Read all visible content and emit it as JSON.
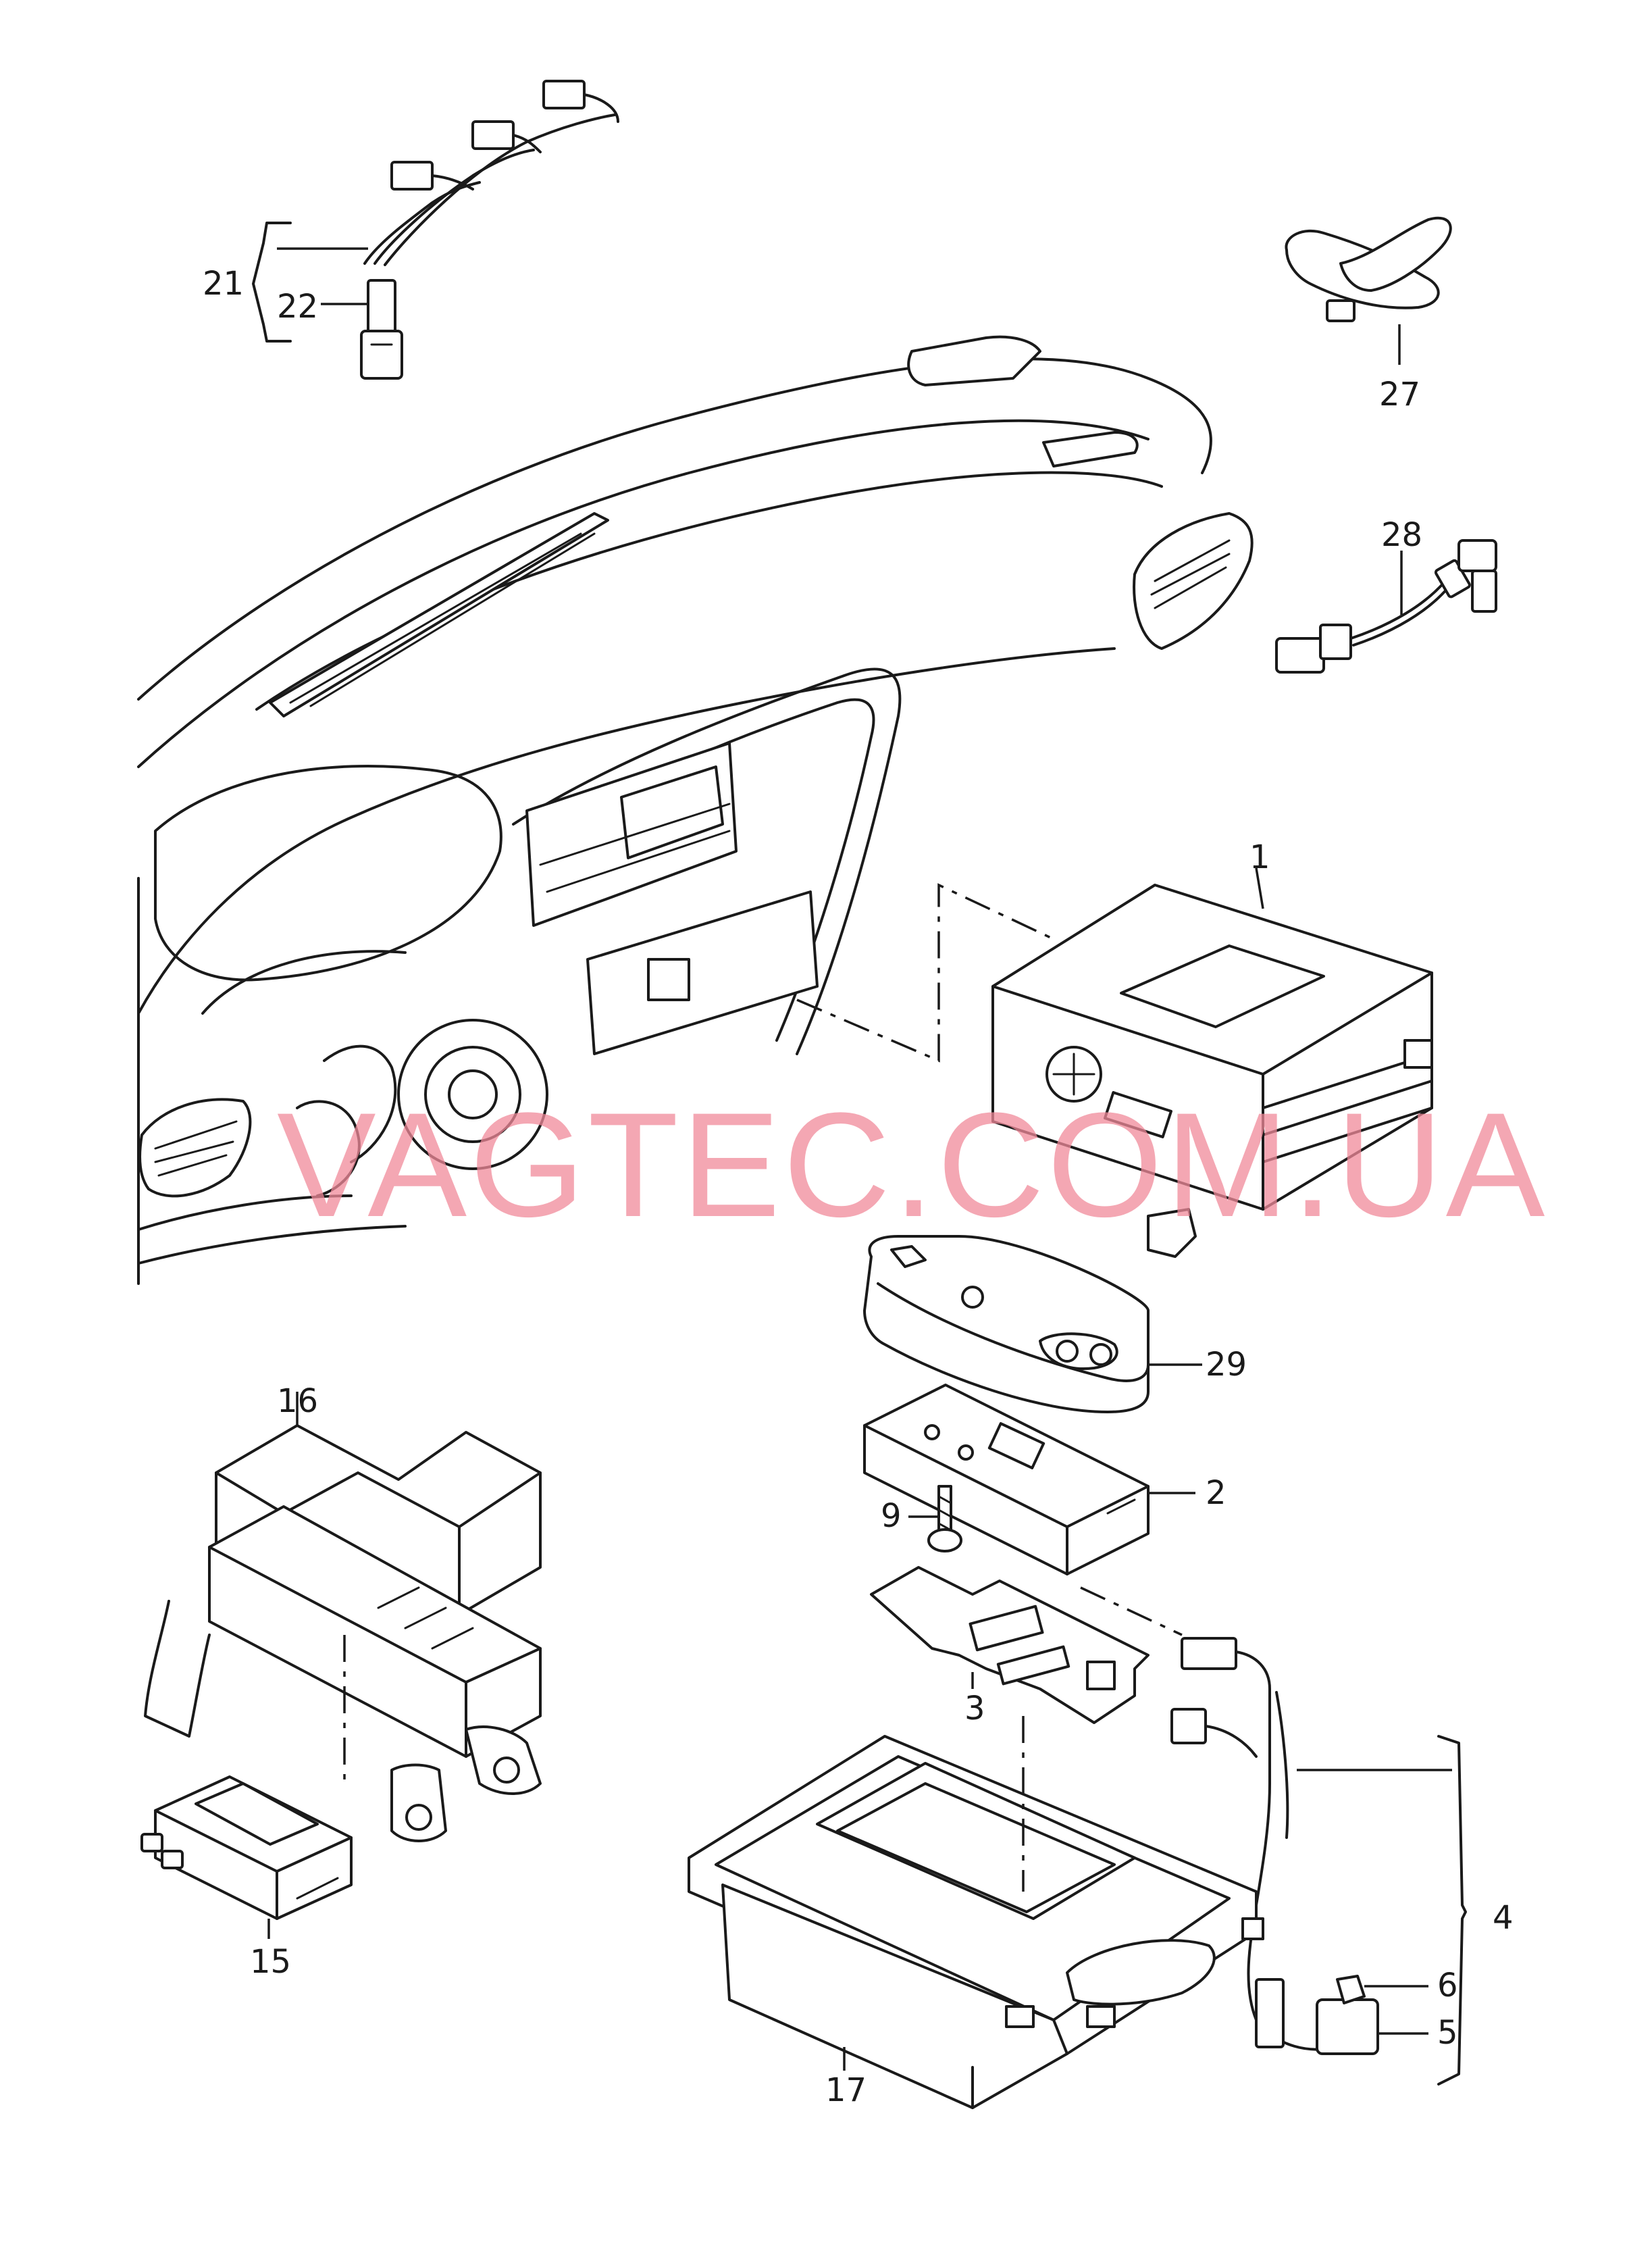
{
  "watermark": "VAGTEC.COM.UA",
  "colors": {
    "line": "#1a1a1a",
    "watermark": "#f08a9a",
    "background": "#ffffff"
  },
  "callouts": {
    "c1": "1",
    "c2": "2",
    "c3": "3",
    "c4": "4",
    "c5": "5",
    "c6": "6",
    "c9": "9",
    "c15": "15",
    "c16": "16",
    "c17": "17",
    "c21": "21",
    "c22": "22",
    "c27": "27",
    "c28": "28",
    "c29": "29"
  }
}
